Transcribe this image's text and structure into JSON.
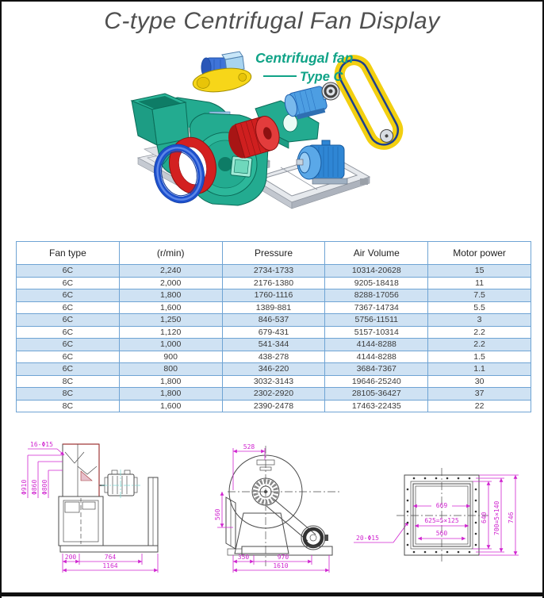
{
  "page": {
    "title": "C-type Centrifugal Fan Display"
  },
  "illustration": {
    "label": "Centrifugal fan",
    "sublabel": "Type C"
  },
  "table": {
    "headers": [
      "Fan type",
      "(r/min)",
      "Pressure",
      "Air Volume",
      "Motor power"
    ],
    "rows": [
      [
        "6C",
        "2,240",
        "2734-1733",
        "10314-20628",
        "15"
      ],
      [
        "6C",
        "2,000",
        "2176-1380",
        "9205-18418",
        "11"
      ],
      [
        "6C",
        "1,800",
        "1760-1116",
        "8288-17056",
        "7.5"
      ],
      [
        "6C",
        "1,600",
        "1389-881",
        "7367-14734",
        "5.5"
      ],
      [
        "6C",
        "1,250",
        "846-537",
        "5756-11511",
        "3"
      ],
      [
        "6C",
        "1,120",
        "679-431",
        "5157-10314",
        "2.2"
      ],
      [
        "6C",
        "1,000",
        "541-344",
        "4144-8288",
        "2.2"
      ],
      [
        "6C",
        "900",
        "438-278",
        "4144-8288",
        "1.5"
      ],
      [
        "6C",
        "800",
        "346-220",
        "3684-7367",
        "1.1"
      ],
      [
        "8C",
        "1,800",
        "3032-3143",
        "19646-25240",
        "30"
      ],
      [
        "8C",
        "1,800",
        "2302-2920",
        "28105-36427",
        "37"
      ],
      [
        "8C",
        "1,600",
        "2390-2478",
        "17463-22435",
        "22"
      ]
    ]
  },
  "drawings": {
    "left": {
      "bolt_label": "16-Φ15",
      "dia1": "Φ910",
      "dia2": "Φ860",
      "dia3": "Φ800",
      "dim_200": "200",
      "dim_764": "764",
      "dim_1164": "1164"
    },
    "middle": {
      "dim_528": "528",
      "dim_560": "560",
      "dim_350": "350",
      "dim_970": "970",
      "dim_1610": "1610",
      "bolt_label": "20-Φ15"
    },
    "right": {
      "dim_669": "669",
      "pitch_w": "625=5×125",
      "dim_560": "560",
      "dim_640": "640",
      "pitch_h": "700=5×140",
      "dim_746": "746"
    }
  },
  "colors": {
    "accent_teal": "#10a387",
    "fan_body_teal": "#23ab90",
    "impeller_red": "#d32020",
    "inlet_ring_blue": "#1d50cc",
    "motor_blue": "#2f86d4",
    "belt_yellow": "#f2cf10",
    "table_border_blue": "#6fa4d4",
    "table_row_blue": "#cfe2f3",
    "dimension_magenta": "#d024d0",
    "title_gray": "#4f4f4f"
  }
}
